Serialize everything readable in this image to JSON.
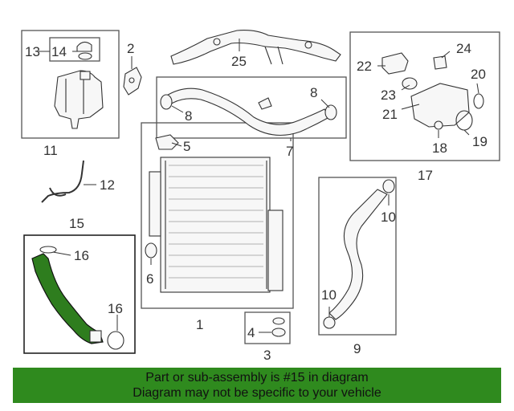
{
  "colors": {
    "highlight": "#2e7d1e",
    "banner": "#2f8a1e",
    "line": "#333333",
    "box": "#555555"
  },
  "callouts": {
    "c1": "1",
    "c2": "2",
    "c3": "3",
    "c4": "4",
    "c5": "5",
    "c6": "6",
    "c7": "7",
    "c8a": "8",
    "c8b": "8",
    "c9": "9",
    "c10a": "10",
    "c10b": "10",
    "c11": "11",
    "c12": "12",
    "c13": "13",
    "c14": "14",
    "c15": "15",
    "c16a": "16",
    "c16b": "16",
    "c17": "17",
    "c18": "18",
    "c19": "19",
    "c20": "20",
    "c21": "21",
    "c22": "22",
    "c23": "23",
    "c24": "24",
    "c25": "25"
  },
  "banner": {
    "line1": "Part or sub-assembly is #15 in diagram",
    "line2": "Diagram may not be specific to your vehicle"
  }
}
